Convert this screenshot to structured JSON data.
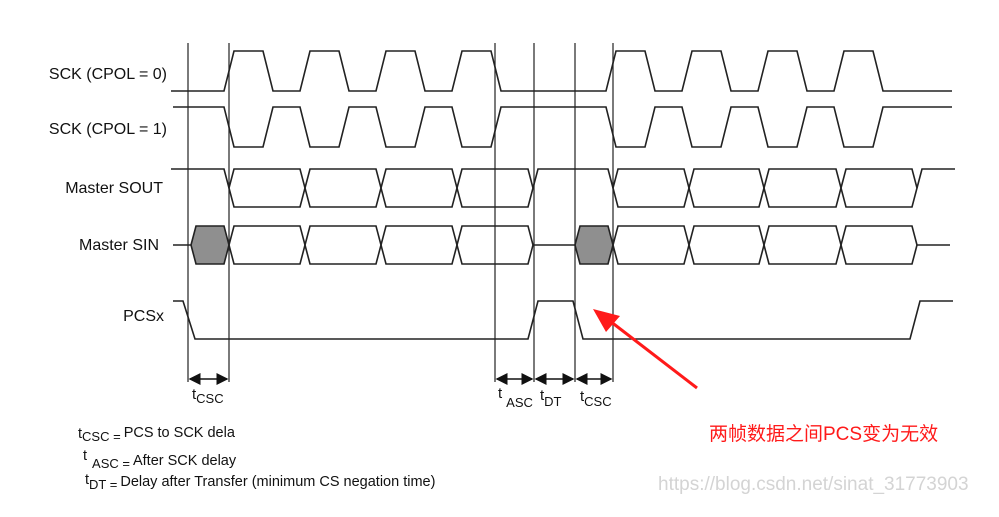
{
  "signals": {
    "sck0": "SCK (CPOL = 0)",
    "sck1": "SCK (CPOL = 1)",
    "sout": "Master SOUT",
    "sin": "Master SIN",
    "pcs": "PCSx"
  },
  "timing_labels": {
    "t": "t",
    "csc": "CSC",
    "asc": "ASC",
    "dt": "DT"
  },
  "legend": {
    "t": "t",
    "csc_sub": "CSC =",
    "csc_desc": "PCS to SCK dela",
    "asc_sub": "ASC =",
    "asc_desc": "After SCK delay",
    "dt_sub": "DT =",
    "dt_desc": "Delay after Transfer (minimum CS negation time)"
  },
  "annotation": {
    "text": "两帧数据之间PCS变为无效",
    "color": "#ff1a1a"
  },
  "watermark": "https://blog.csdn.net/sinat_31773903"
}
